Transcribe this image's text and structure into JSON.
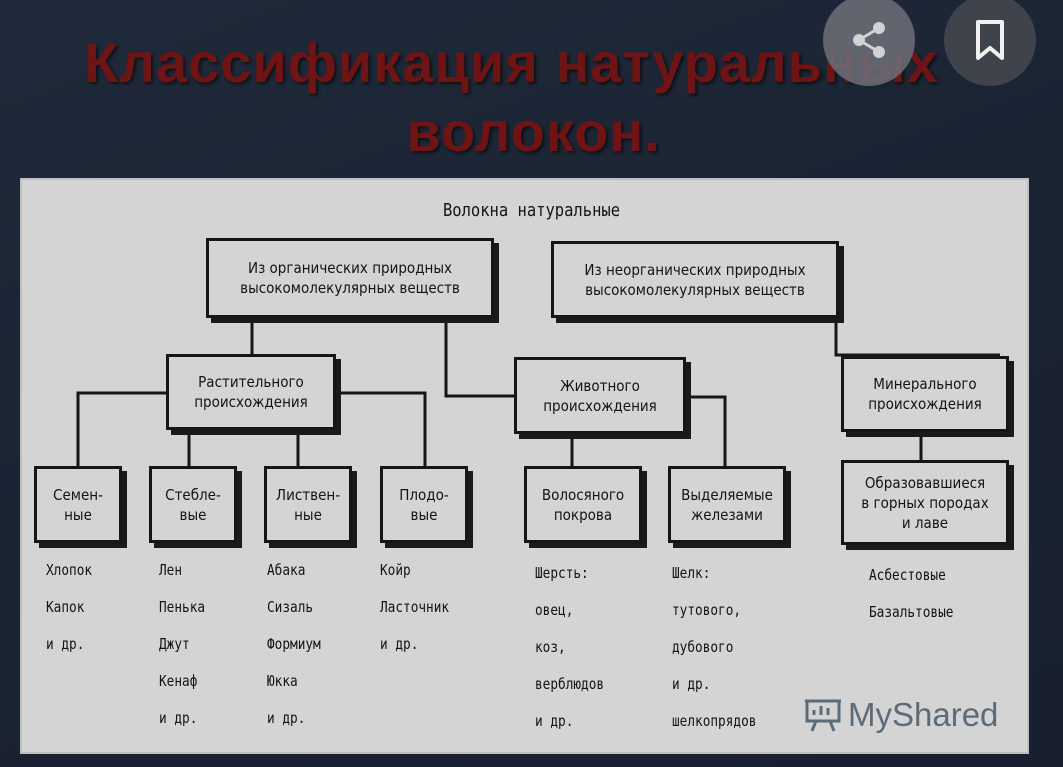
{
  "title": {
    "line1": "Классификация натуральных",
    "line2": "волокон."
  },
  "actions": {
    "share_icon": "share-icon",
    "bookmark_icon": "bookmark-icon"
  },
  "diagram": {
    "root": "Волокна натуральные",
    "organic": "Из органических природных\nвысокомолекулярных веществ",
    "inorganic": "Из неорганических природных\nвысокомолекулярных веществ",
    "plant": "Растительного\nпроисхождения",
    "animal": "Животного\nпроисхождения",
    "mineral": "Минерального\nпроисхождения",
    "seed": "Семен-\nные",
    "stem": "Стебле-\nвые",
    "leaf": "Листвен-\nные",
    "fruit": "Плодо-\nвые",
    "hair": "Волосяного\nпокрова",
    "glands": "Выделяемые\nжелезами",
    "rocks": "Образовавшиеся\nв горных породах\nи лаве",
    "examples": {
      "seed": [
        "Хлопок",
        "Капок",
        "и др."
      ],
      "stem": [
        "Лен",
        "Пенька",
        "Джут",
        "Кенаф",
        "и др."
      ],
      "leaf": [
        "Абака",
        "Сизаль",
        "Формиум",
        "Юкка",
        "и др."
      ],
      "fruit": [
        "Койр",
        "Ласточник",
        "и др."
      ],
      "hair": [
        "Шерсть:",
        "овец,",
        "коз,",
        "верблюдов",
        "и др."
      ],
      "glands": [
        "Шелк:",
        "тутового,",
        "дубового",
        "и др.",
        "шелкопрядов"
      ],
      "rocks": [
        "Асбестовые",
        "Базальтовые"
      ]
    }
  },
  "watermark": {
    "text": "MyShared",
    "icon": "presentation-board-icon"
  },
  "colors": {
    "title": "#6e1414",
    "background": "#1f2a3a",
    "panel": "#d4d4d4"
  }
}
